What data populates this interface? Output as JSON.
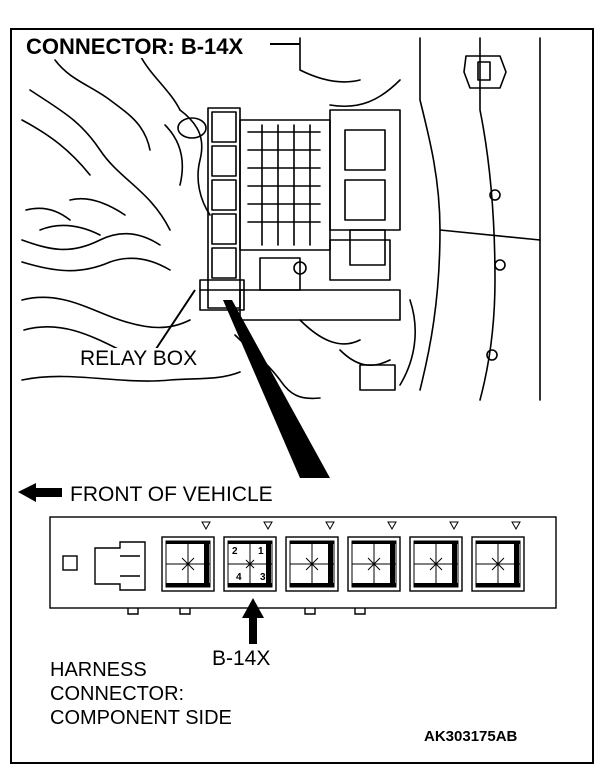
{
  "title": "CONNECTOR: B-14X",
  "relay_box_label": "RELAY BOX",
  "front_label": "FRONT OF VEHICLE",
  "connector_label": "B-14X",
  "harness_lines": [
    "HARNESS",
    "CONNECTOR:",
    "COMPONENT SIDE"
  ],
  "figure_code": "AK303175AB",
  "pins": [
    "2",
    "1",
    "4",
    "3"
  ]
}
